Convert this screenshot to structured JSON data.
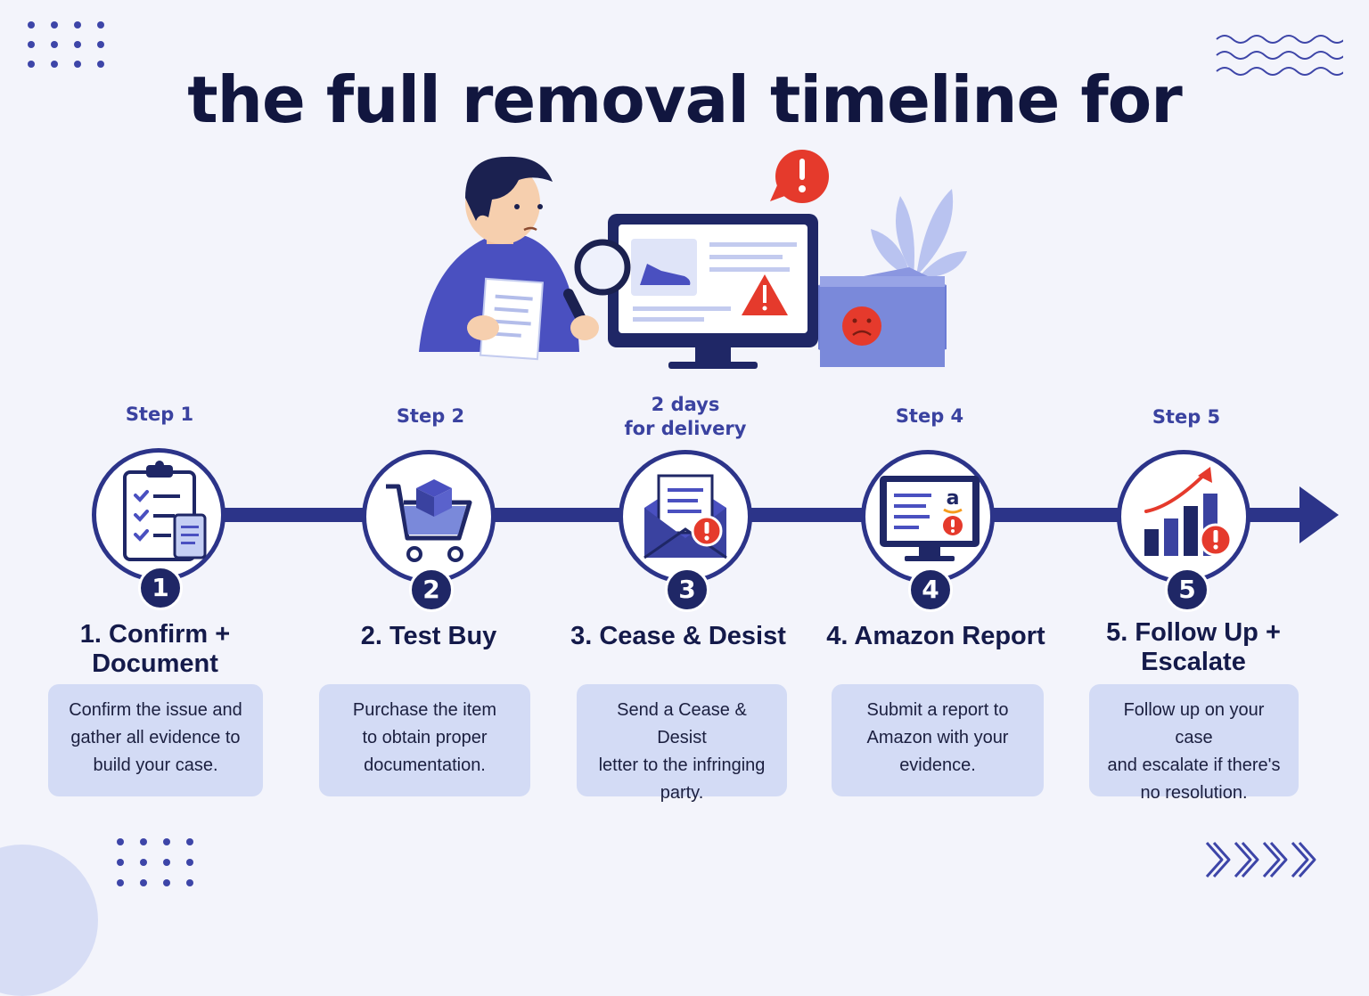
{
  "title": "the full removal timeline for",
  "colors": {
    "navy": "#1f2766",
    "accent": "#4a50c0",
    "light_card": "#d3dbf5",
    "alert_red": "#e53a2c",
    "background": "#f3f4fb"
  },
  "illustration": {
    "icons": [
      "person-icon",
      "magnifying-glass-icon",
      "document-icon",
      "monitor-icon",
      "sneaker-icon",
      "warning-icon",
      "alert-bubble-icon",
      "sad-box-icon",
      "plant-icon"
    ]
  },
  "steps": [
    {
      "label": "Step 1",
      "number": "1",
      "title": "1. Confirm + Document",
      "title_lines": [
        "1. Confirm +",
        "Document"
      ],
      "description_lines": [
        "Confirm the issue and",
        "gather all evidence to",
        "build your case."
      ],
      "icon": "clipboard-checklist-icon"
    },
    {
      "label": "Step 2",
      "number": "2",
      "title": "2. Test Buy",
      "title_lines": [
        "2. Test Buy"
      ],
      "description_lines": [
        "Purchase the item",
        "to obtain proper",
        "documentation."
      ],
      "icon": "shopping-cart-icon"
    },
    {
      "label_lines": [
        "2 days",
        "for delivery"
      ],
      "number": "3",
      "title": "3. Cease & Desist",
      "title_lines": [
        "3. Cease & Desist"
      ],
      "description_lines": [
        "Send a Cease & Desist",
        "letter to the infringing",
        "party."
      ],
      "icon": "envelope-alert-icon"
    },
    {
      "label": "Step 4",
      "number": "4",
      "title": "4. Amazon Report",
      "title_lines": [
        "4. Amazon Report"
      ],
      "description_lines": [
        "Submit a report to",
        "Amazon with your",
        "evidence."
      ],
      "icon": "amazon-monitor-icon"
    },
    {
      "label": "Step 5",
      "number": "5",
      "title": "5. Follow Up + Escalate",
      "title_lines": [
        "5. Follow Up +",
        "Escalate"
      ],
      "description_lines": [
        "Follow up on your case",
        "and escalate if there's",
        "no resolution."
      ],
      "icon": "growth-chart-alert-icon"
    }
  ],
  "amazon_logo_letter": "a"
}
